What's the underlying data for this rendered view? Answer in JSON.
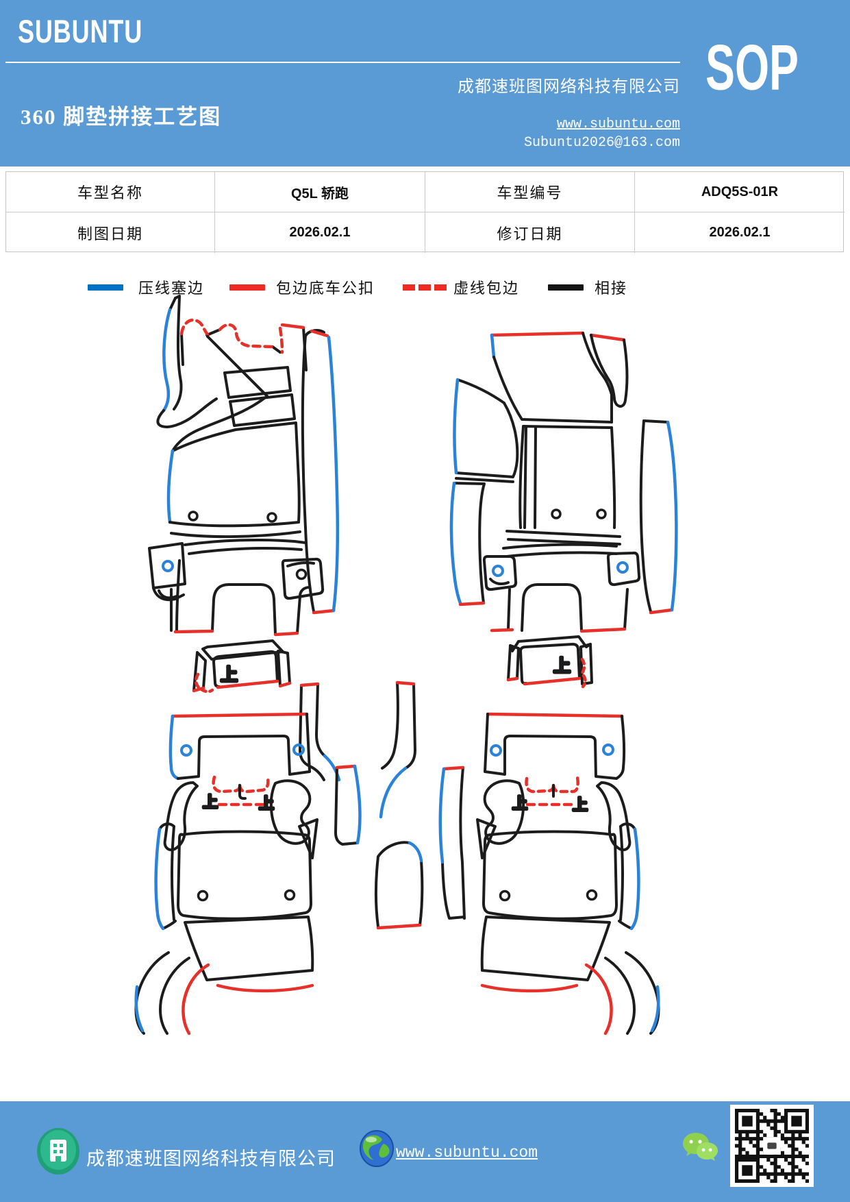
{
  "header": {
    "logo": "SUBUNTU",
    "company": "成都速班图网络科技有限公司",
    "sop": "SOP",
    "title": "360 脚垫拼接工艺图",
    "website": "www.subuntu.com",
    "email": "Subuntu2026@163.com"
  },
  "info_table": {
    "rows": [
      [
        "车型名称",
        "Q5L 轿跑",
        "车型编号",
        "ADQ5S-01R"
      ],
      [
        "制图日期",
        "2026.02.1",
        "修订日期",
        "2026.02.1"
      ]
    ]
  },
  "legend": {
    "items": [
      {
        "label": "压线塞边",
        "color": "#0072C6",
        "style": "solid"
      },
      {
        "label": "包边底车公扣",
        "color": "#EE2B23",
        "style": "solid"
      },
      {
        "label": "虚线包边",
        "color": "#EE2B23",
        "style": "dashed"
      },
      {
        "label": "相接",
        "color": "#141414",
        "style": "solid"
      }
    ]
  },
  "drawing": {
    "up_mark": "上",
    "colors": {
      "outline": "#1c1c1c",
      "blue_edge": "#2b82d9",
      "red_edge": "#e8302a"
    }
  },
  "footer": {
    "company": "成都速班图网络科技有限公司",
    "website": "www.subuntu.com"
  },
  "colors": {
    "banner": "#5B9BD5"
  }
}
